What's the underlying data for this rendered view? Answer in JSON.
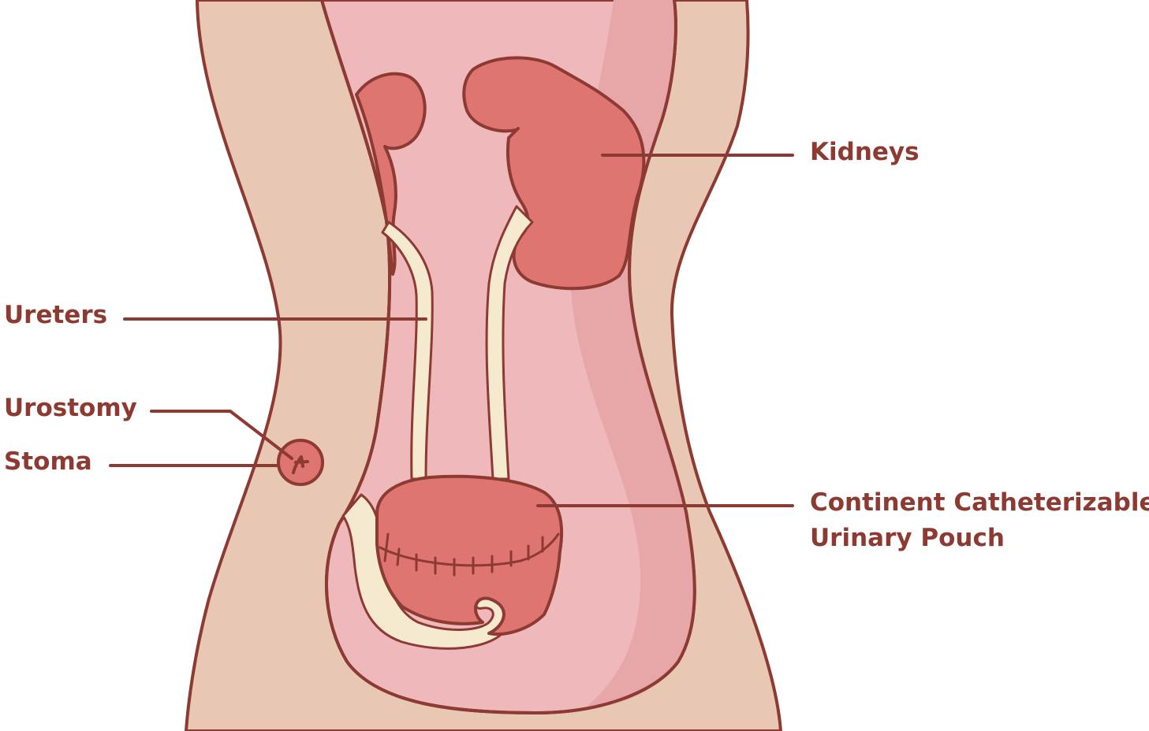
{
  "colors": {
    "outline": "#8c3a32",
    "skin": "#e8c7b4",
    "cavity": "#efb9bb",
    "cavity_shade": "#e7a6a8",
    "organ": "#df7570",
    "tube": "#f5e9cf",
    "label_text": "#8c3a32"
  },
  "labels": {
    "kidneys": "Kidneys",
    "ureters": "Ureters",
    "urostomy": "Urostomy",
    "stoma": "Stoma",
    "pouch_line1": "Continent Catheterizable",
    "pouch_line2": "Urinary Pouch"
  },
  "icons": {
    "torso": "torso-illustration",
    "kidney": "kidney-icon",
    "ureter": "ureter-tube-icon",
    "pouch": "urinary-pouch-icon",
    "stoma": "stoma-icon"
  }
}
